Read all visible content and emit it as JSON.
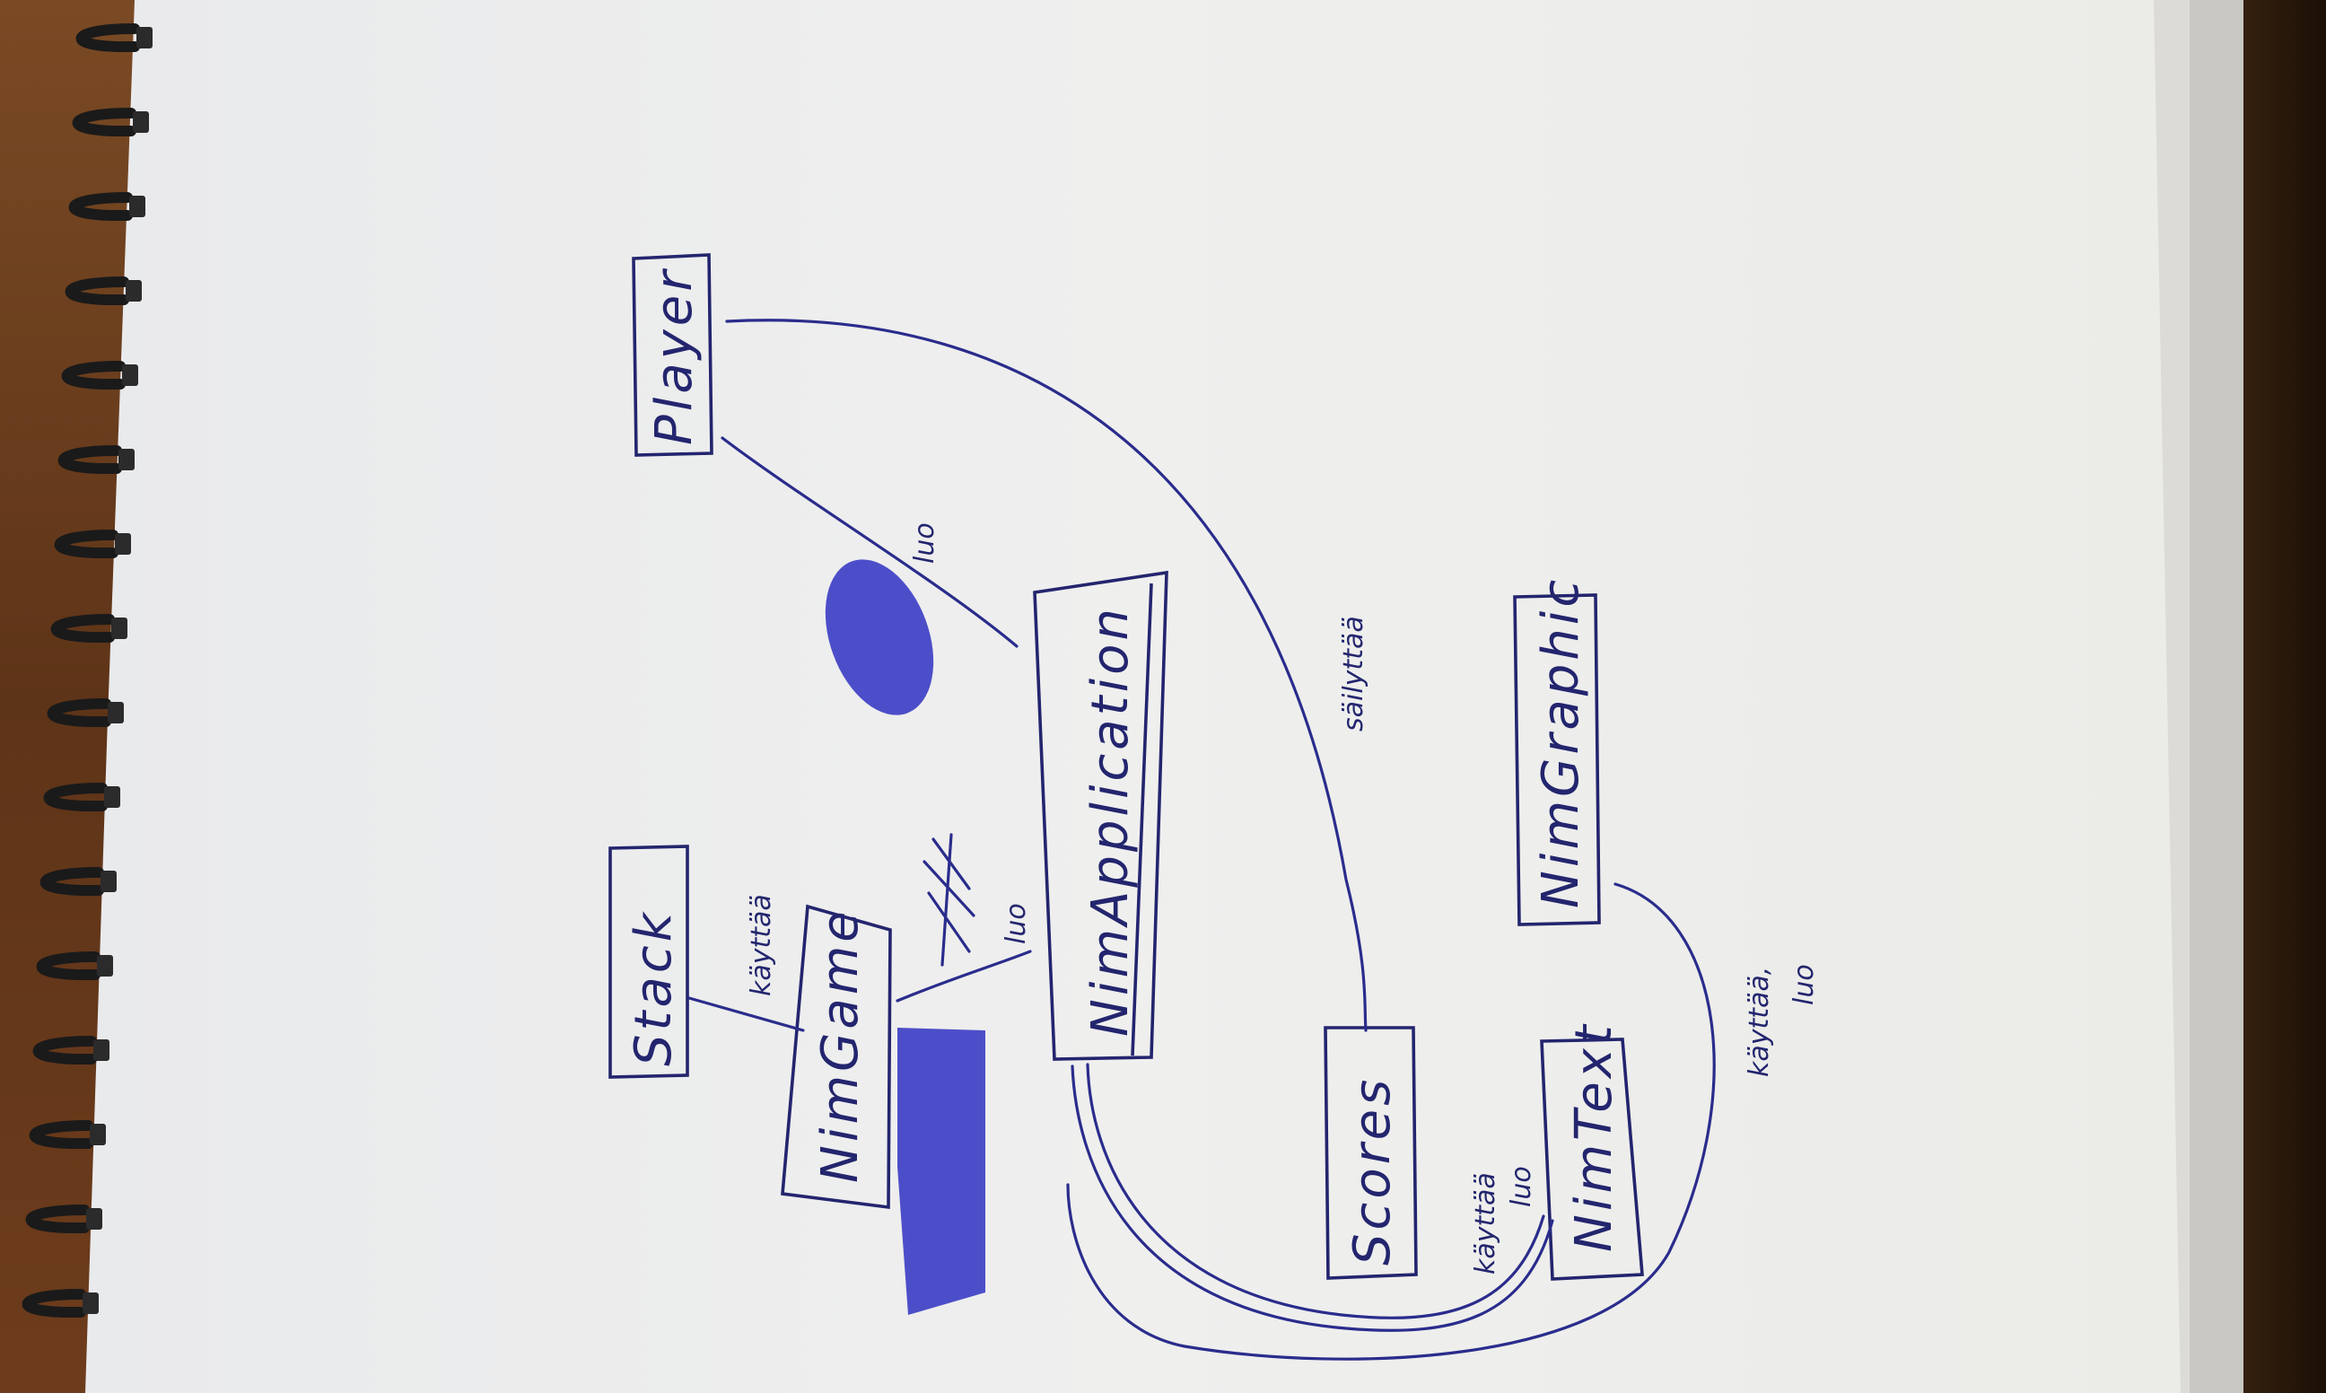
{
  "diagram": {
    "classes": {
      "player": "Player",
      "nim_application": "NimApplication",
      "stack": "Stack",
      "nim_game": "NimGame",
      "scores": "Scores",
      "nim_text": "NimText",
      "nim_graphic": "NimGraphic"
    },
    "relations": {
      "player_nimapp": "luo",
      "stack_nimgame": "käyttää",
      "nimgame_nimapp": "luo",
      "player_scores": "säilyttää",
      "nimtext_nimapp": [
        "käyttää",
        "luo"
      ],
      "nimgraphic_nimapp": [
        "käyttää,",
        "luo"
      ]
    }
  },
  "colors": {
    "ink": "#2a2c8c",
    "paper": "#f0f0ee",
    "desk": "#6b3f1f",
    "ring": "#1a1a1a"
  }
}
